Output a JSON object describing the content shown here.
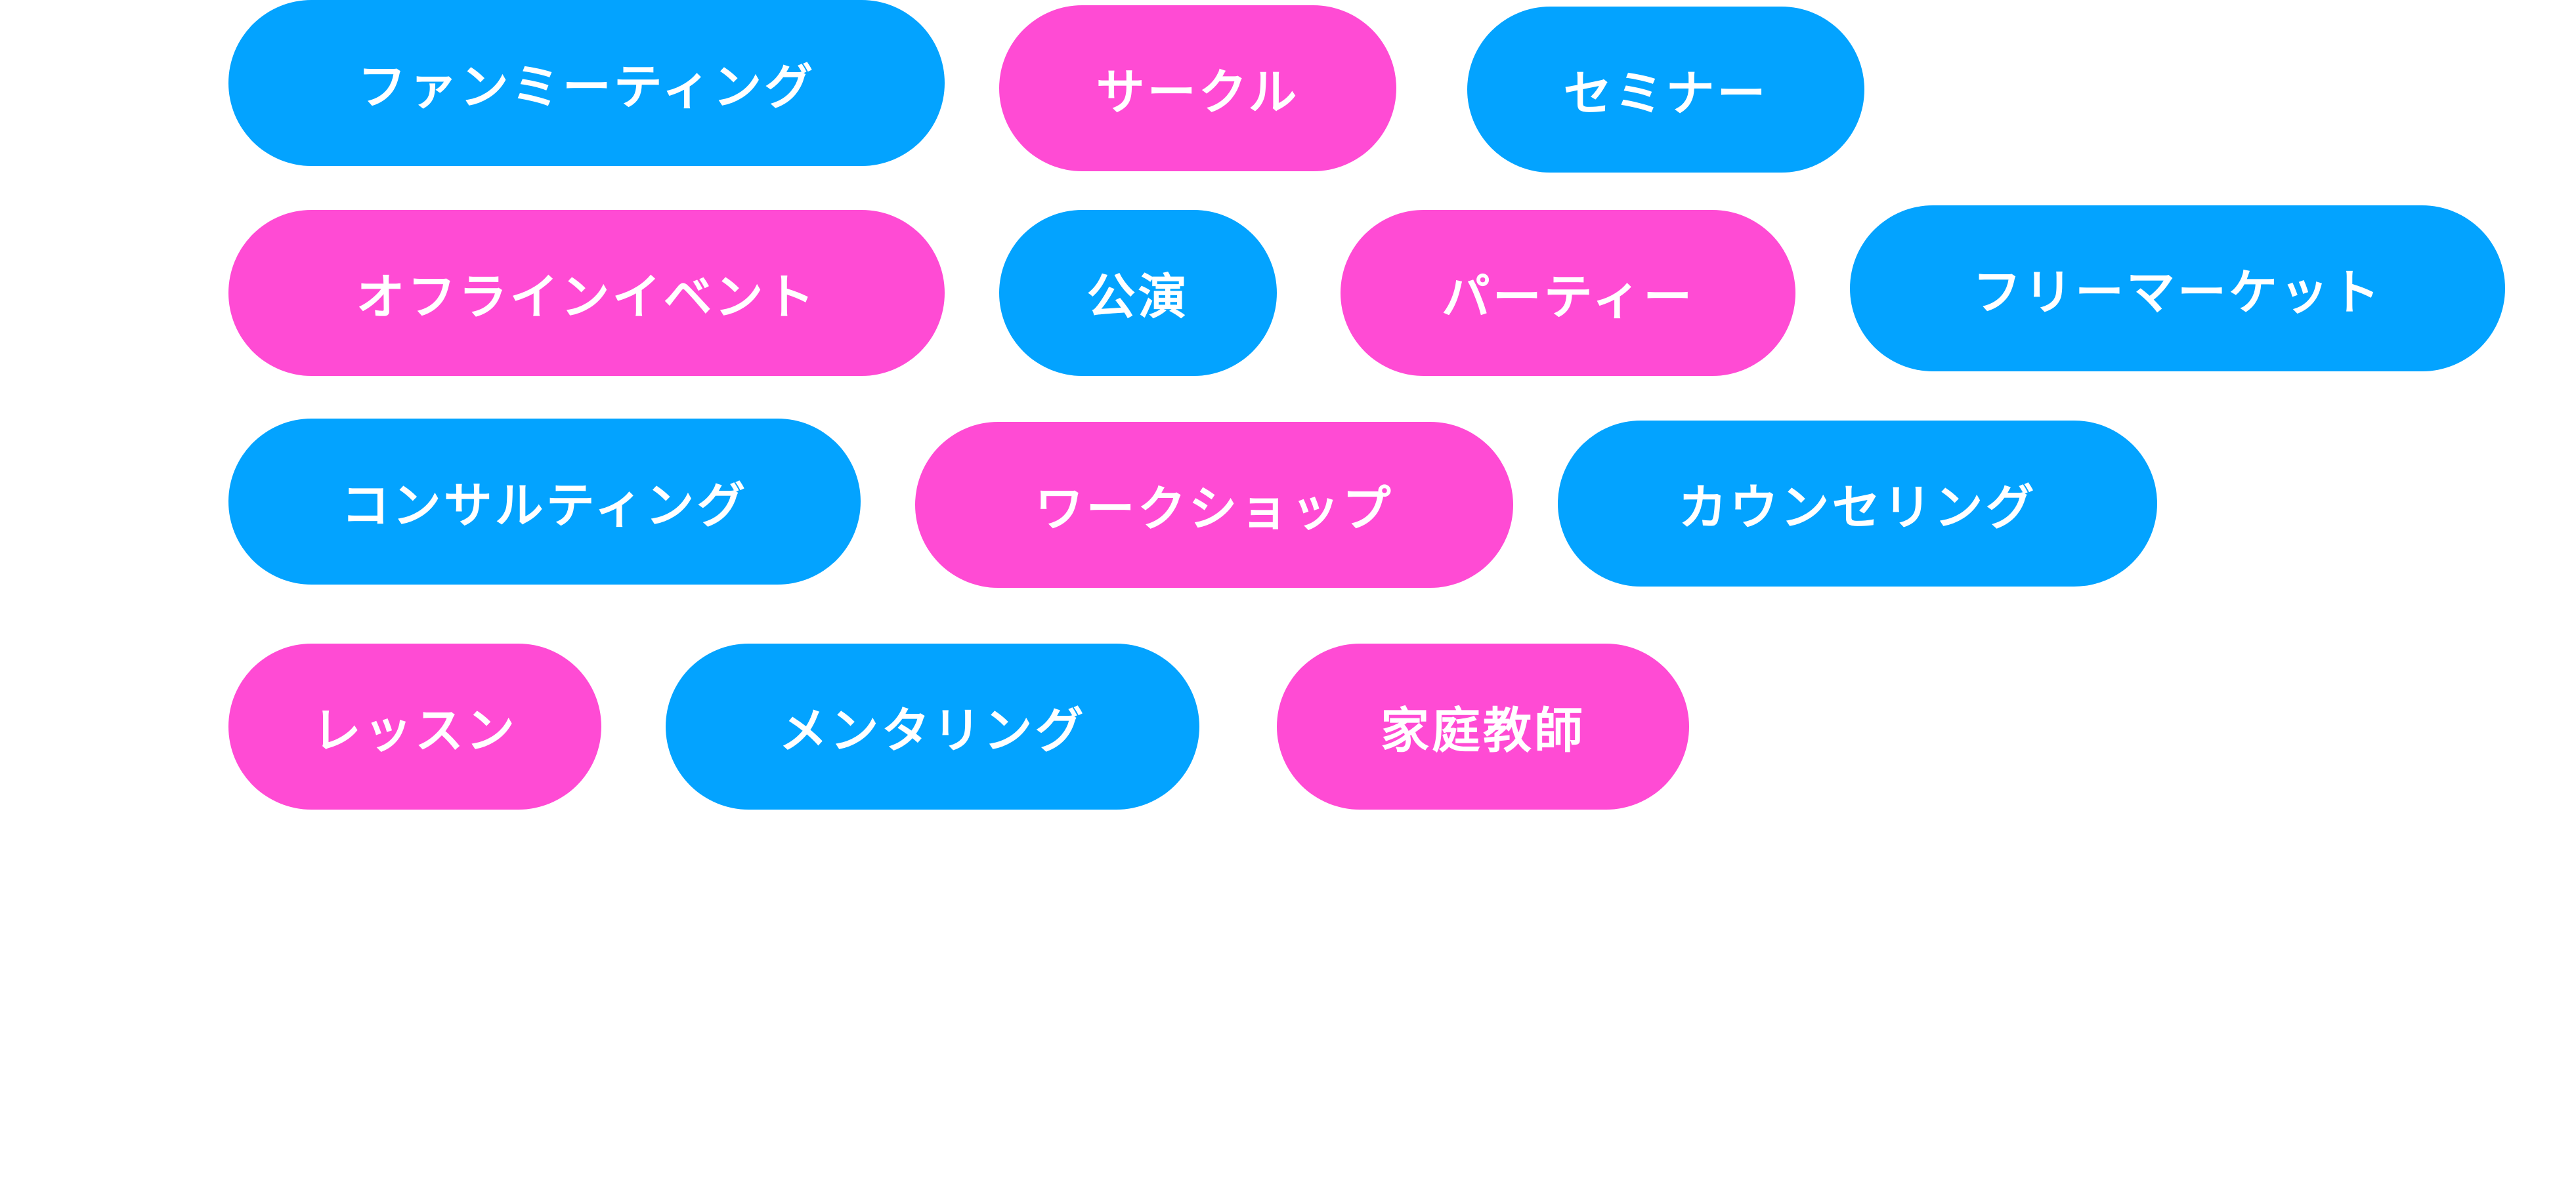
{
  "colors": {
    "blue": "#03A3FF",
    "pink": "#FF4BD4",
    "text": "#FFFFFF"
  },
  "tags": [
    {
      "label": "ファンミーティング",
      "color": "blue"
    },
    {
      "label": "サークル",
      "color": "pink"
    },
    {
      "label": "セミナー",
      "color": "blue"
    },
    {
      "label": "オフラインイベント",
      "color": "pink"
    },
    {
      "label": "公演",
      "color": "blue"
    },
    {
      "label": "パーティー",
      "color": "pink"
    },
    {
      "label": "フリーマーケット",
      "color": "blue"
    },
    {
      "label": "コンサルティング",
      "color": "blue"
    },
    {
      "label": "ワークショップ",
      "color": "pink"
    },
    {
      "label": "カウンセリング",
      "color": "blue"
    },
    {
      "label": "レッスン",
      "color": "pink"
    },
    {
      "label": "メンタリング",
      "color": "blue"
    },
    {
      "label": "家庭教師",
      "color": "pink"
    }
  ]
}
